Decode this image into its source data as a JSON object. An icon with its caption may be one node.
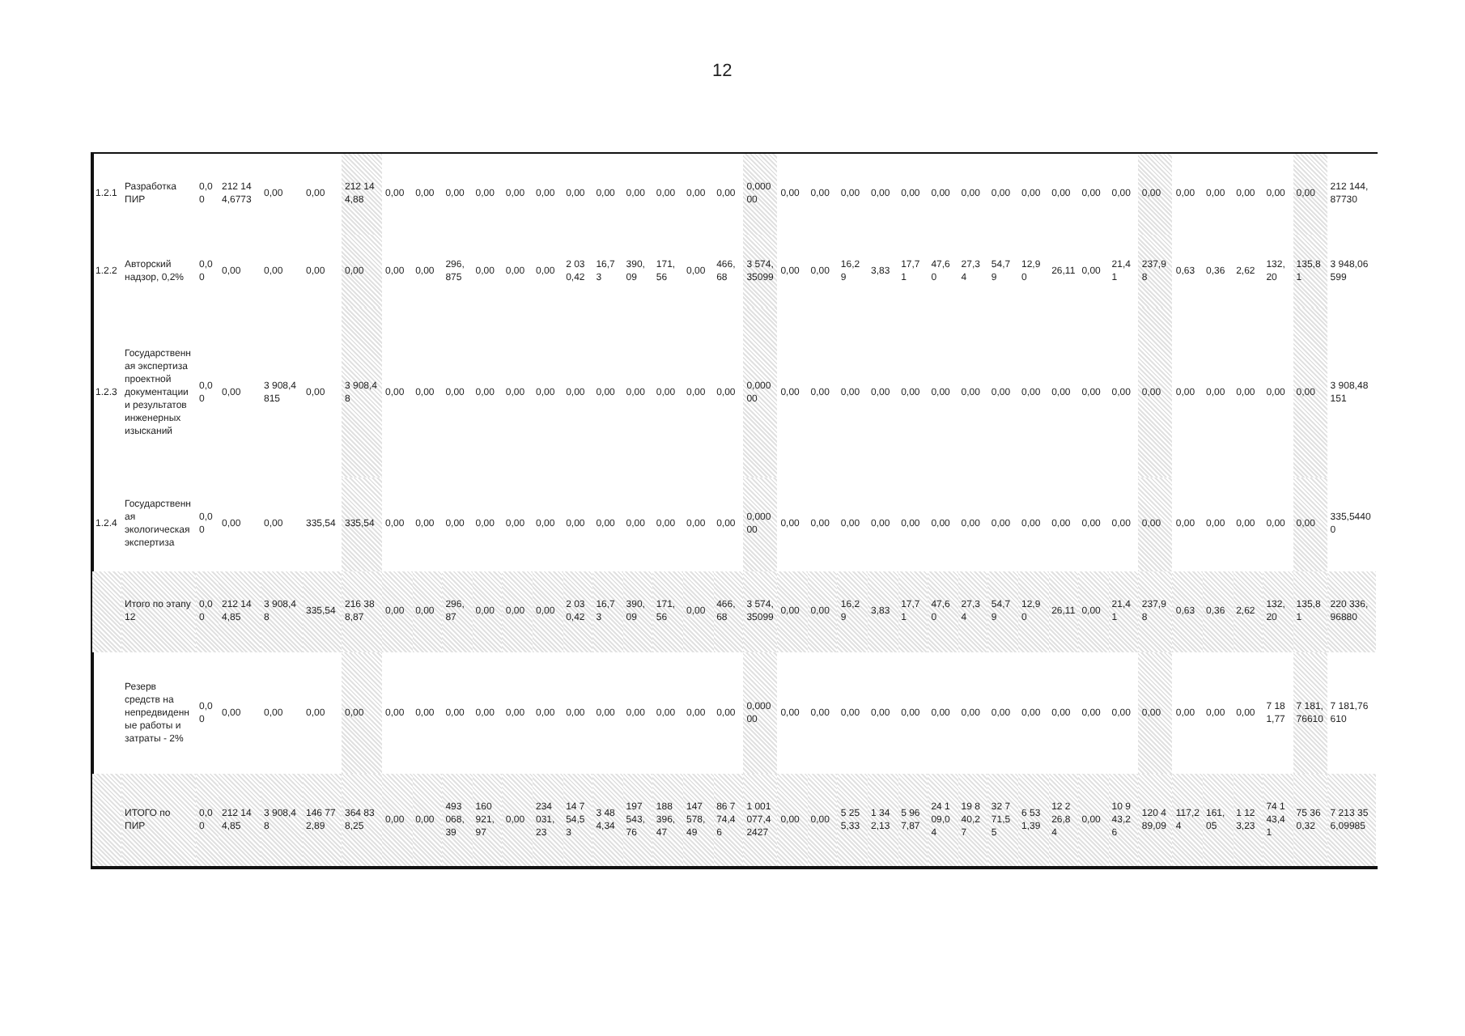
{
  "diagram": {
    "labels": [
      "12",
      "1.2.1",
      "Разработка ПИР",
      "0,00",
      "212 144,6773",
      "0,00",
      "0,00",
      "212 144,88",
      "0,00",
      "0,00",
      "0,00",
      "0,00",
      "0,00",
      "0,00",
      "0,00",
      "0,00",
      "0,00",
      "0,00",
      "0,00",
      "0,00",
      "0,00000",
      "0,00",
      "0,00",
      "0,00",
      "0,00",
      "0,00",
      "0,00",
      "0,00",
      "0,00",
      "0,00",
      "0,00",
      "0,00",
      "0,00",
      "0,00",
      "0,00",
      "0,00",
      "0,00",
      "0,00",
      "0,00",
      "212 144,87730",
      "1.2.2",
      "Авторский надзор, 0,2%",
      "0,00",
      "0,00",
      "0,00",
      "0,00",
      "0,00",
      "0,00",
      "0,00",
      "296,875",
      "0,00",
      "0,00",
      "0,00",
      "2 030,42",
      "16,73",
      "390,09",
      "171,56",
      "0,00",
      "466,68",
      "3 574,35099",
      "0,00",
      "0,00",
      "16,29",
      "3,83",
      "17,71",
      "47,60",
      "27,34",
      "54,79",
      "12,90",
      "26,11",
      "0,00",
      "21,41",
      "237,98",
      "0,63",
      "0,36",
      "2,62",
      "132,20",
      "135,81",
      "3 948,06599",
      "1.2.3",
      "Государственная экспертиза проектной документации и результатов инженерных изысканий",
      "0,00",
      "0,00",
      "3 908,4815",
      "0,00",
      "3 908,48",
      "0,00",
      "0,00",
      "0,00",
      "0,00",
      "0,00",
      "0,00",
      "0,00",
      "0,00",
      "0,00",
      "0,00",
      "0,00",
      "0,00",
      "0,00000",
      "0,00",
      "0,00",
      "0,00",
      "0,00",
      "0,00",
      "0,00",
      "0,00",
      "0,00",
      "0,00",
      "0,00",
      "0,00",
      "0,00",
      "0,00",
      "0,00",
      "0,00",
      "0,00",
      "0,00",
      "0,00",
      "3 908,48151",
      "1.2.4",
      "Государственная экологическая экспертиза",
      "0,00",
      "0,00",
      "0,00",
      "335,54",
      "335,54",
      "0,00",
      "0,00",
      "0,00",
      "0,00",
      "0,00",
      "0,00",
      "0,00",
      "0,00",
      "0,00",
      "0,00",
      "0,00",
      "0,00",
      "0,00000",
      "0,00",
      "0,00",
      "0,00",
      "0,00",
      "0,00",
      "0,00",
      "0,00",
      "0,00",
      "0,00",
      "0,00",
      "0,00",
      "0,00",
      "0,00",
      "0,00",
      "0,00",
      "0,00",
      "0,00",
      "0,00",
      "335,54400",
      "Итого по этапу 12",
      "0,00",
      "212 144,85",
      "3 908,48",
      "335,54",
      "216 388,87",
      "0,00",
      "0,00",
      "296,87",
      "0,00",
      "0,00",
      "0,00",
      "2 030,42",
      "16,73",
      "390,09",
      "171,56",
      "0,00",
      "466,68",
      "3 574,35099",
      "0,00",
      "0,00",
      "16,29",
      "3,83",
      "17,71",
      "47,60",
      "27,34",
      "54,79",
      "12,90",
      "26,11",
      "0,00",
      "21,41",
      "237,98",
      "0,63",
      "0,36",
      "2,62",
      "132,20",
      "135,81",
      "220 336,96880",
      "Резерв средств на непредвиденные работы и затраты - 2%",
      "0,00",
      "0,00",
      "0,00",
      "0,00",
      "0,00",
      "0,00",
      "0,00",
      "0,00",
      "0,00",
      "0,00",
      "0,00",
      "0,00",
      "0,00",
      "0,00",
      "0,00",
      "0,00",
      "0,00",
      "0,00000",
      "0,00",
      "0,00",
      "0,00",
      "0,00",
      "0,00",
      "0,00",
      "0,00",
      "0,00",
      "0,00",
      "0,00",
      "0,00",
      "0,00",
      "0,00",
      "0,00",
      "0,00",
      "0,00",
      "7 181,77",
      "7 181,76610",
      "7 181,76610",
      "ИТОГО по ПИР",
      "0,00",
      "212 144,85",
      "3 908,48",
      "146 772,89",
      "364 838,25",
      "0,00",
      "0,00",
      "493 068,39",
      "160 921,97",
      "0,00",
      "234 031,23",
      "14 754,53",
      "3 484,34",
      "197 543,76",
      "188 396,47",
      "147 578,49",
      "86 774,46",
      "1 001 077,42427",
      "0,00",
      "0,00",
      "5 255,33",
      "1 342,13",
      "5 967,87",
      "24 109,04",
      "19 840,27",
      "32 771,55",
      "6 531,39",
      "12 226,84",
      "0,00",
      "10 943,26",
      "120 489,09",
      "117,24",
      "161,05",
      "1 123,23",
      "74 143,41",
      "75 360,32",
      "7 213 356,09985"
    ]
  }
}
